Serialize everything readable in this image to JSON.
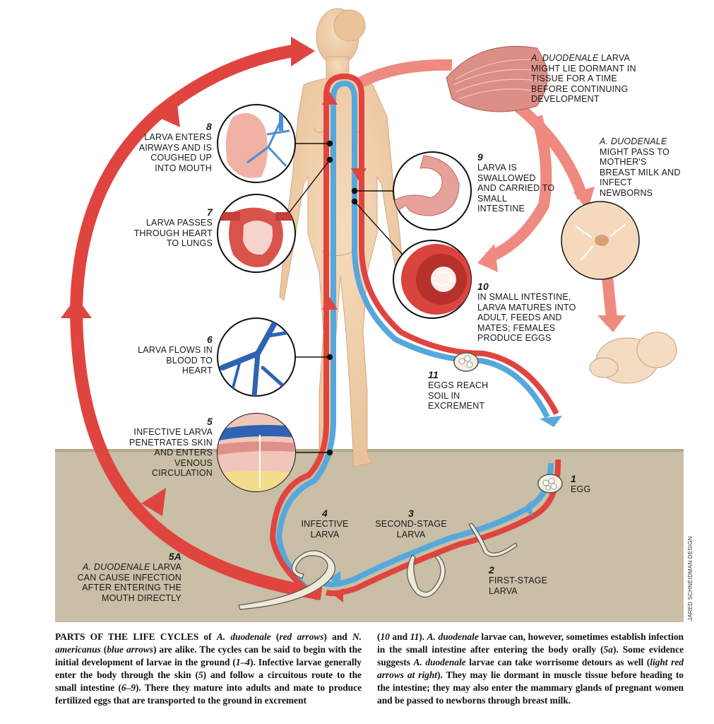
{
  "labels": {
    "s8": {
      "num": "8",
      "text": "LARVA ENTERS AIRWAYS AND IS COUGHED UP INTO MOUTH"
    },
    "s7": {
      "num": "7",
      "text": "LARVA PASSES THROUGH HEART TO LUNGS"
    },
    "s6": {
      "num": "6",
      "text": "LARVA FLOWS IN BLOOD TO HEART"
    },
    "s5": {
      "num": "5",
      "text": "INFECTIVE LARVA PENETRATES SKIN AND ENTERS VENOUS CIRCULATION"
    },
    "s9": {
      "num": "9",
      "text": "LARVA IS SWALLOWED AND CARRIED TO SMALL INTESTINE"
    },
    "s10": {
      "num": "10",
      "text": "IN SMALL INTESTINE, LARVA MATURES INTO ADULT, FEEDS AND MATES; FEMALES PRODUCE EGGS"
    },
    "s11": {
      "num": "11",
      "text": "EGGS REACH SOIL IN EXCREMENT"
    },
    "s1": {
      "num": "1",
      "text": "EGG"
    },
    "s2": {
      "num": "2",
      "text": "FIRST-STAGE LARVA"
    },
    "s3": {
      "num": "3",
      "text": "SECOND-STAGE LARVA"
    },
    "s4": {
      "num": "4",
      "text": "INFECTIVE LARVA"
    },
    "s5a": {
      "num": "5a",
      "species": "A. DUODENALE",
      "text": " LARVA CAN CAUSE INFECTION AFTER ENTERING THE MOUTH DIRECTLY"
    },
    "dormant": {
      "species": "A. DUODENALE",
      "text": " LARVA MIGHT LIE DORMANT IN TISSUE FOR A TIME BEFORE CONTINUING DEVELOPMENT"
    },
    "breast": {
      "species": "A. DUODENALE",
      "text": " MIGHT PASS TO MOTHER'S BREAST MILK AND INFECT NEWBORNS"
    }
  },
  "credit": "JARED SCHNEIDMAN DESIGN",
  "caption": {
    "lead": "PARTS OF THE LIFE CYCLES of ",
    "sp1": "A. duodenale",
    "paren1a": " (",
    "red": "red arrows",
    "paren1b": ") and ",
    "sp2": "N. americanus",
    "paren2a": " (",
    "blue": "blue arrows",
    "col1_rest": ") are alike. The cycles can be said to begin with the initial development of larvae in the ground (",
    "r14": "1–4",
    "col1_b": "). Infective larvae generally enter the body through the skin (",
    "r5": "5",
    "col1_c": ") and follow a circuitous route to the small intestine (",
    "r69": "6–9",
    "col1_d": "). There they mature into adults and mate to produce fertilized eggs that are transported to the ground in excrement",
    "col2_a": "(",
    "r1011": "10",
    "col2_and": " and ",
    "r11": "11",
    "col2_b": "). ",
    "sp3": "A. duodenale",
    "col2_c": " larvae can, however, sometimes establish infection in the small intestine after entering the body orally (",
    "r5a": "5a",
    "col2_d": "). Some evidence suggests ",
    "sp4": "A. duodenale",
    "col2_e": " larvae can take worrisome detours as well (",
    "lra": "light red arrows at right",
    "col2_f": "). They may lie dormant in muscle tissue before heading to the intestine; they may also enter the mammary glands of pregnant women and be passed to newborns through breast milk."
  },
  "colors": {
    "red_arrow": "#e0443f",
    "blue_arrow": "#56a8dc",
    "light_red_arrow": "#ee8a80",
    "ground": "#c9bea6",
    "skin": "#f0d0ab"
  }
}
